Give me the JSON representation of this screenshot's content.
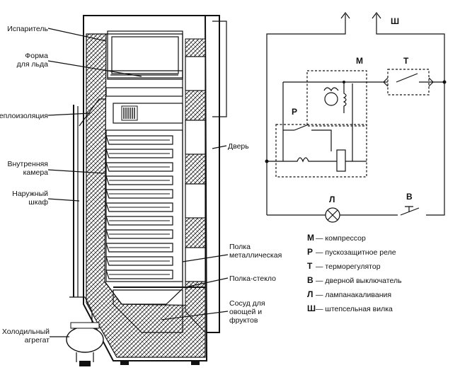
{
  "fridge": {
    "labels": {
      "evaporator": "Испаритель",
      "ice_form_1": "Форма",
      "ice_form_2": "для льда",
      "insulation": "Теплоизоляция",
      "inner_chamber_1": "Внутренняя",
      "inner_chamber_2": "камера",
      "outer_cabinet_1": "Наружный",
      "outer_cabinet_2": "шкаф",
      "cooling_unit_1": "Холодильный",
      "cooling_unit_2": "агрегат",
      "door": "Дверь",
      "metal_shelf_1": "Полка",
      "metal_shelf_2": "металлическая",
      "glass_shelf": "Полка-стекло",
      "veg_1": "Сосуд для",
      "veg_2": "овощей и",
      "veg_3": "фруктов"
    }
  },
  "circuit": {
    "symbols": {
      "M": "М",
      "T": "Т",
      "P": "Р",
      "L": "Л",
      "V": "В",
      "SH": "Ш"
    },
    "legend": [
      {
        "sym": "М",
        "text": "— компрессор"
      },
      {
        "sym": "Р",
        "text": "— пускозащитное реле"
      },
      {
        "sym": "Т",
        "text": "— терморегулятор"
      },
      {
        "sym": "В",
        "text": "— дверной выключатель"
      },
      {
        "sym": "Л",
        "text": "— лампанакаливания"
      },
      {
        "sym": "Ш",
        "text": "— штепсельная вилка"
      }
    ]
  }
}
